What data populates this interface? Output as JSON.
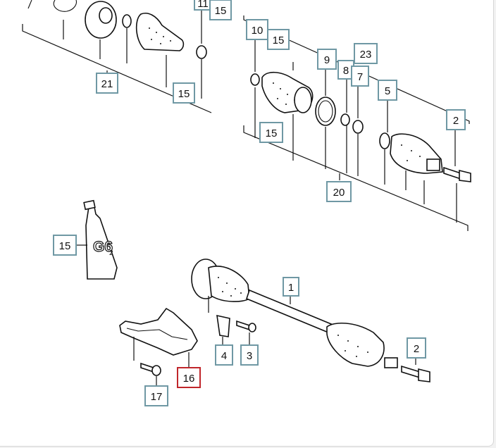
{
  "callouts": {
    "top_a": "11",
    "top_b": "15",
    "c21": "21",
    "c15_left": "15",
    "c10": "10",
    "c15_b": "15",
    "c9": "9",
    "c23": "23",
    "c8": "8",
    "c7": "7",
    "c5": "5",
    "c2_top": "2",
    "c15_mid": "15",
    "c20": "20",
    "c15_tube": "15",
    "c1": "1",
    "c4": "4",
    "c3": "3",
    "c2_bottom": "2",
    "c16": "16",
    "c17": "17"
  },
  "tube_label": "G6",
  "tube_subscript": "2",
  "colors": {
    "callout_border": "#6f98a4",
    "highlight_border": "#c0262b",
    "line": "#111111"
  },
  "highlighted_callout": "16"
}
